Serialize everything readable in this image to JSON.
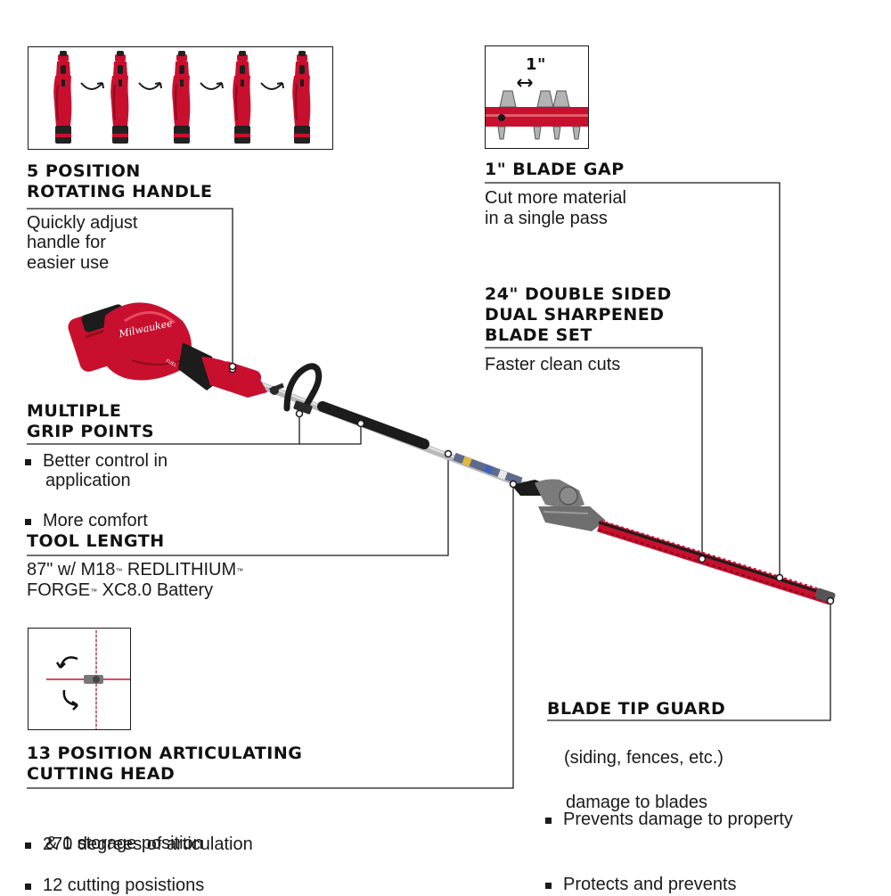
{
  "features": {
    "handle": {
      "title": [
        "5 POSITION",
        "ROTATING HANDLE"
      ],
      "desc": [
        "Quickly adjust",
        "handle for",
        "easier use"
      ]
    },
    "blade_gap": {
      "inset_label": "1\"",
      "title": "1\" BLADE GAP",
      "desc": [
        "Cut more material",
        "in a single pass"
      ]
    },
    "blade_set": {
      "title": [
        "24\" DOUBLE SIDED",
        "DUAL SHARPENED",
        "BLADE SET"
      ],
      "desc": "Faster clean cuts"
    },
    "grip": {
      "title": [
        "MULTIPLE",
        "GRIP POINTS"
      ],
      "bullets": [
        "Better control in",
        "application",
        "More comfort"
      ]
    },
    "length": {
      "title": "TOOL LENGTH",
      "line1": {
        "a": "87\" w/ M18",
        "tm1": "™",
        "b": " REDLITHIUM",
        "tm2": "™"
      },
      "line2": {
        "a": "FORGE",
        "tm": "™",
        "b": " XC8.0 Battery"
      }
    },
    "articulating": {
      "title": [
        "13 POSITION ARTICULATING",
        "CUTTING HEAD"
      ],
      "bullets": [
        "270 degrees of articulation",
        "12 cutting posistions",
        "& 1 storage position"
      ]
    },
    "tip_guard": {
      "title": "BLADE TIP GUARD",
      "bullets": [
        "Prevents damage to property",
        "(siding, fences, etc.)",
        "Protects and prevents",
        "damage to blades"
      ]
    }
  },
  "product": {
    "brand_text": "Milwaukee",
    "fuel_text": "FUEL"
  },
  "colors": {
    "milwaukee_red": "#c8102e",
    "dark_red": "#8e0c1e",
    "black": "#1c1c1c",
    "steel": "#a7aaad",
    "gray": "#6e6e6e",
    "line": "#1a1a1a"
  },
  "icons": {
    "rotation_arrows": "curved-arrow-icon",
    "double_arrow": "double-arrow-icon"
  }
}
